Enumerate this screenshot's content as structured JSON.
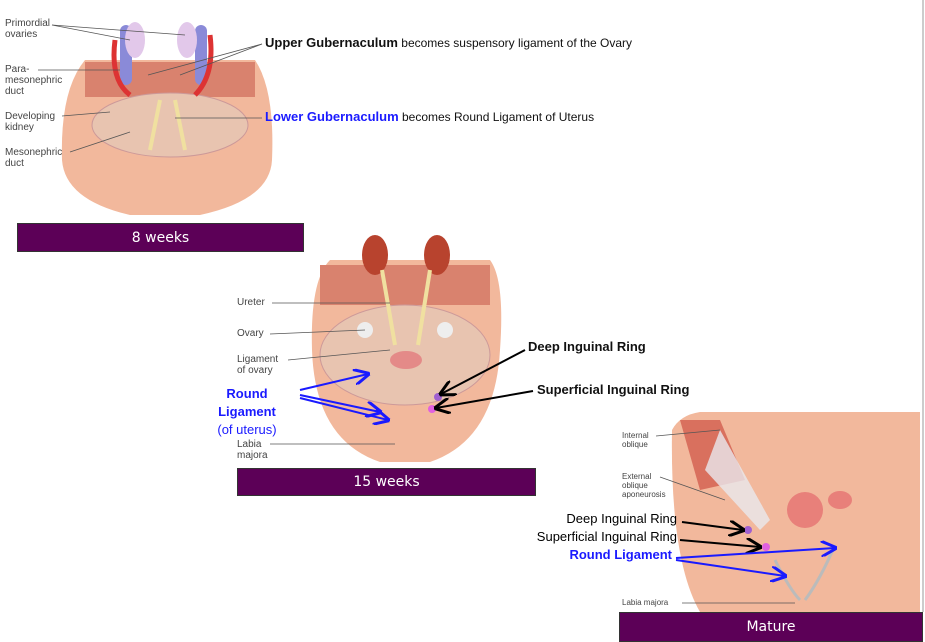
{
  "panel_8weeks": {
    "labels": [
      "Primordial",
      "ovaries",
      "Para-",
      "mesonephric",
      "duct",
      "Developing",
      "kidney",
      "Mesonephric",
      "duct"
    ],
    "caption": "8 weeks",
    "upper_term": "Upper Gubernaculum",
    "upper_text": "becomes suspensory ligament of the Ovary",
    "lower_term": "Lower Gubernaculum",
    "lower_text": "becomes Round Ligament of Uterus"
  },
  "panel_15weeks": {
    "labels": {
      "ureter": "Ureter",
      "ovary": "Ovary",
      "lig1": "Ligament",
      "lig2": "of ovary",
      "labia1": "Labia",
      "labia2": "majora"
    },
    "round1": "Round",
    "round2": "Ligament",
    "round3": "(of uterus)",
    "deep": "Deep Inguinal Ring",
    "superficial": "Superficial Inguinal Ring",
    "caption": "15 weeks"
  },
  "panel_mature": {
    "labels": {
      "io1": "Internal",
      "io2": "oblique",
      "eo1": "External",
      "eo2": "oblique",
      "eo3": "aponeurosis",
      "labia": "Labia majora"
    },
    "deep": "Deep Inguinal Ring",
    "superficial": "Superficial Inguinal Ring",
    "round": "Round Ligament",
    "caption": "Mature"
  },
  "colors": {
    "bar": "#5c0057",
    "blue": "#1a1aff",
    "skin": "#f2b89c",
    "muscle": "#d9705e"
  }
}
